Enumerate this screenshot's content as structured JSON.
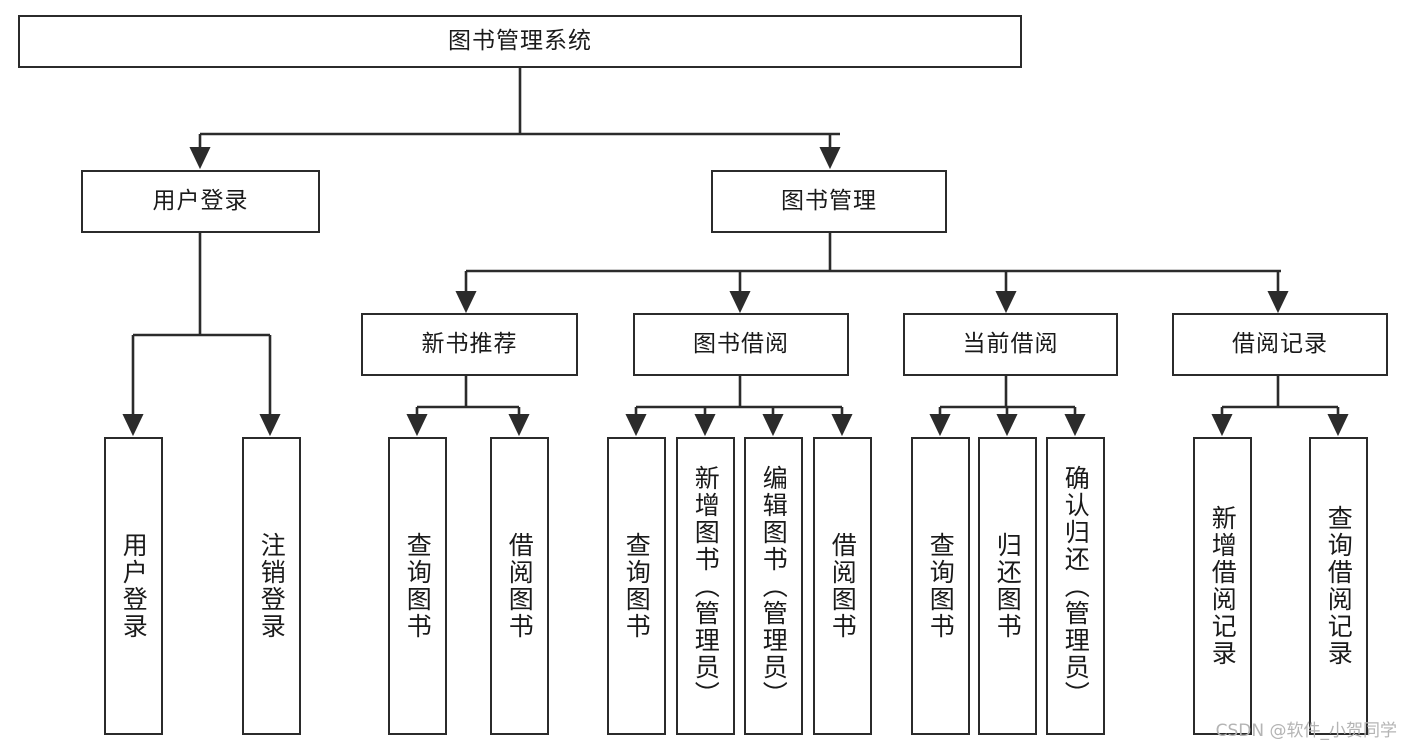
{
  "diagram": {
    "title": "图书管理系统",
    "type": "tree-hierarchy",
    "watermark": "CSDN @软件_小贺同学",
    "colors": {
      "stroke": "#2b2b2b",
      "fill": "#ffffff",
      "text": "#1a1a1a",
      "watermark": "#b4b4b4"
    },
    "nodes": {
      "root": {
        "label": "图书管理系统"
      },
      "level2": [
        {
          "id": "user-login",
          "label": "用户登录"
        },
        {
          "id": "book-manage",
          "label": "图书管理"
        }
      ],
      "level3": [
        {
          "id": "new-book-recommend",
          "label": "新书推荐"
        },
        {
          "id": "book-borrow",
          "label": "图书借阅"
        },
        {
          "id": "current-borrow",
          "label": "当前借阅"
        },
        {
          "id": "borrow-record",
          "label": "借阅记录"
        }
      ],
      "leaves": {
        "user_login": [
          {
            "id": "leaf-user-login",
            "label": "用户登录"
          },
          {
            "id": "leaf-logout-login",
            "label": "注销登录"
          }
        ],
        "new_book_recommend": [
          {
            "id": "leaf-query-book-1",
            "label": "查询图书"
          },
          {
            "id": "leaf-borrow-book-1",
            "label": "借阅图书"
          }
        ],
        "book_borrow": [
          {
            "id": "leaf-query-book-2",
            "label": "查询图书"
          },
          {
            "id": "leaf-add-book",
            "label": "新增图书（管理员）"
          },
          {
            "id": "leaf-edit-book",
            "label": "编辑图书（管理员）"
          },
          {
            "id": "leaf-borrow-book-2",
            "label": "借阅图书"
          }
        ],
        "current_borrow": [
          {
            "id": "leaf-query-book-3",
            "label": "查询图书"
          },
          {
            "id": "leaf-return-book",
            "label": "归还图书"
          },
          {
            "id": "leaf-confirm-return",
            "label": "确认归还（管理员）"
          }
        ],
        "borrow_record": [
          {
            "id": "leaf-add-record",
            "label": "新增借阅记录"
          },
          {
            "id": "leaf-query-record",
            "label": "查询借阅记录"
          }
        ]
      }
    }
  }
}
